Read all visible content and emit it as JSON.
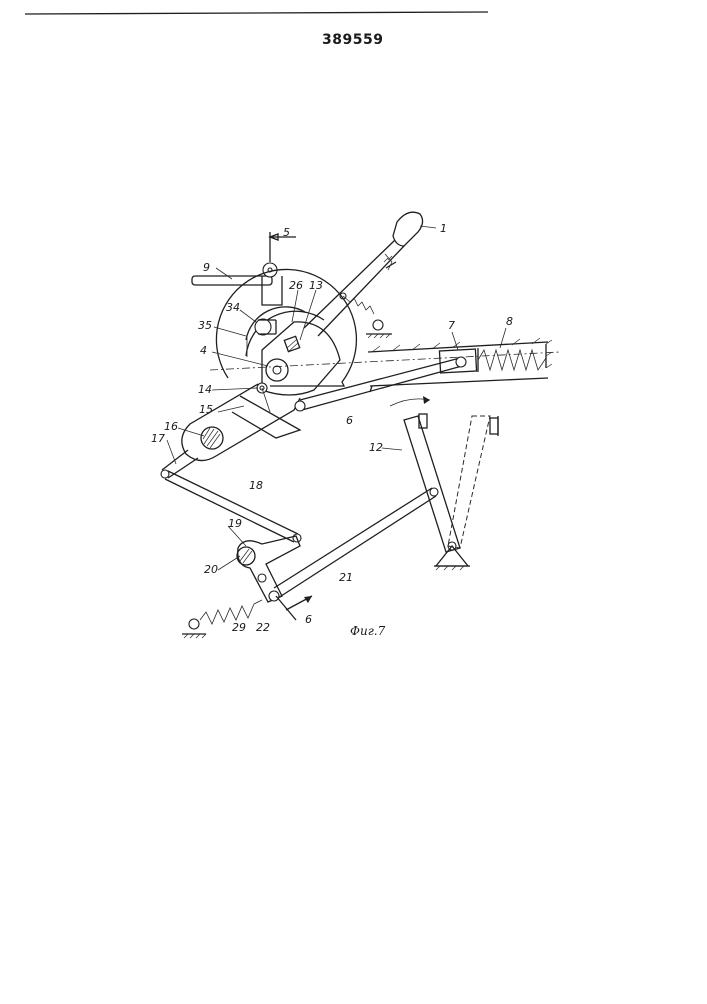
{
  "patent_number": "389559",
  "figure_caption": "Фиг.7",
  "labels": {
    "l1": "1",
    "l4": "4",
    "l5": "5",
    "l6": "6",
    "l6b": "6",
    "l7": "7",
    "l8": "8",
    "l9": "9",
    "l12": "12",
    "l13": "13",
    "l14": "14",
    "l15": "15",
    "l16": "16",
    "l17": "17",
    "l18": "18",
    "l19": "19",
    "l20": "20",
    "l21": "21",
    "l22": "22",
    "l26": "26",
    "l29": "29",
    "l34": "34",
    "l35": "35"
  }
}
